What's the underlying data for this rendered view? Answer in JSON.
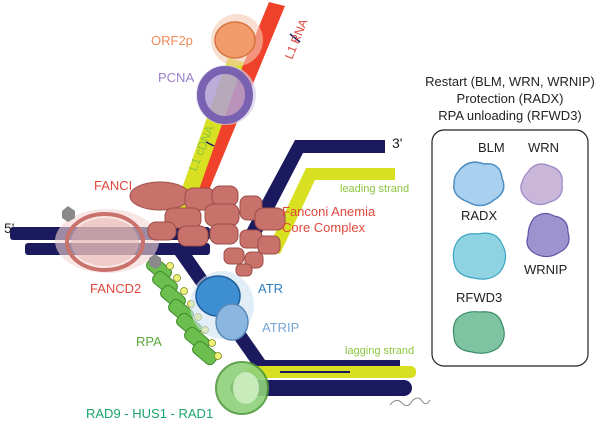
{
  "labels": {
    "orf2p": "ORF2p",
    "l1_rna": "L1 RNA",
    "pcna": "PCNA",
    "l1_cdna": "L1 cDNA",
    "fanci": "FANCI",
    "fancd2": "FANCD2",
    "fanconi_line1": "Fanconi Anemia",
    "fanconi_line2": "Core Complex",
    "three_prime": "3'",
    "five_prime": "5'",
    "leading_strand": "leading strand",
    "lagging_strand": "lagging strand",
    "atr": "ATR",
    "atrip": "ATRIP",
    "rpa": "RPA",
    "rad9": "RAD9",
    "sep1": " - ",
    "hus1": "HUS1",
    "sep2": " - ",
    "rad1": "RAD1"
  },
  "legend": {
    "line1": "Restart (BLM, WRN, WRNIP)",
    "line2": "Protection (RADX)",
    "line3": "RPA unloading (RFWD3)",
    "blm": "BLM",
    "wrn": "WRN",
    "radx": "RADX",
    "wrnip": "WRNIP",
    "rfwd3": "RFWD3"
  },
  "colors": {
    "dna_navy": "#1c1a5e",
    "cdna_yellow": "#d9e021",
    "rna_red": "#f0412a",
    "orf2p": "#f29b6b",
    "pcna": "#9b86c7",
    "fanconi": "#c9726b",
    "atr": "#3e8fd1",
    "atrip": "#8bb6e0",
    "rpa": "#6cbf4e",
    "rad9_complex": "#8fd17a",
    "label_red": "#e0483d",
    "label_green": "#8cc63f",
    "label_teal": "#1aa56f",
    "blm": "#a9d1ef",
    "wrn": "#c9b6d9",
    "radx": "#8fd3e3",
    "wrnip": "#9c93cf",
    "rfwd3": "#7ec3a2"
  }
}
